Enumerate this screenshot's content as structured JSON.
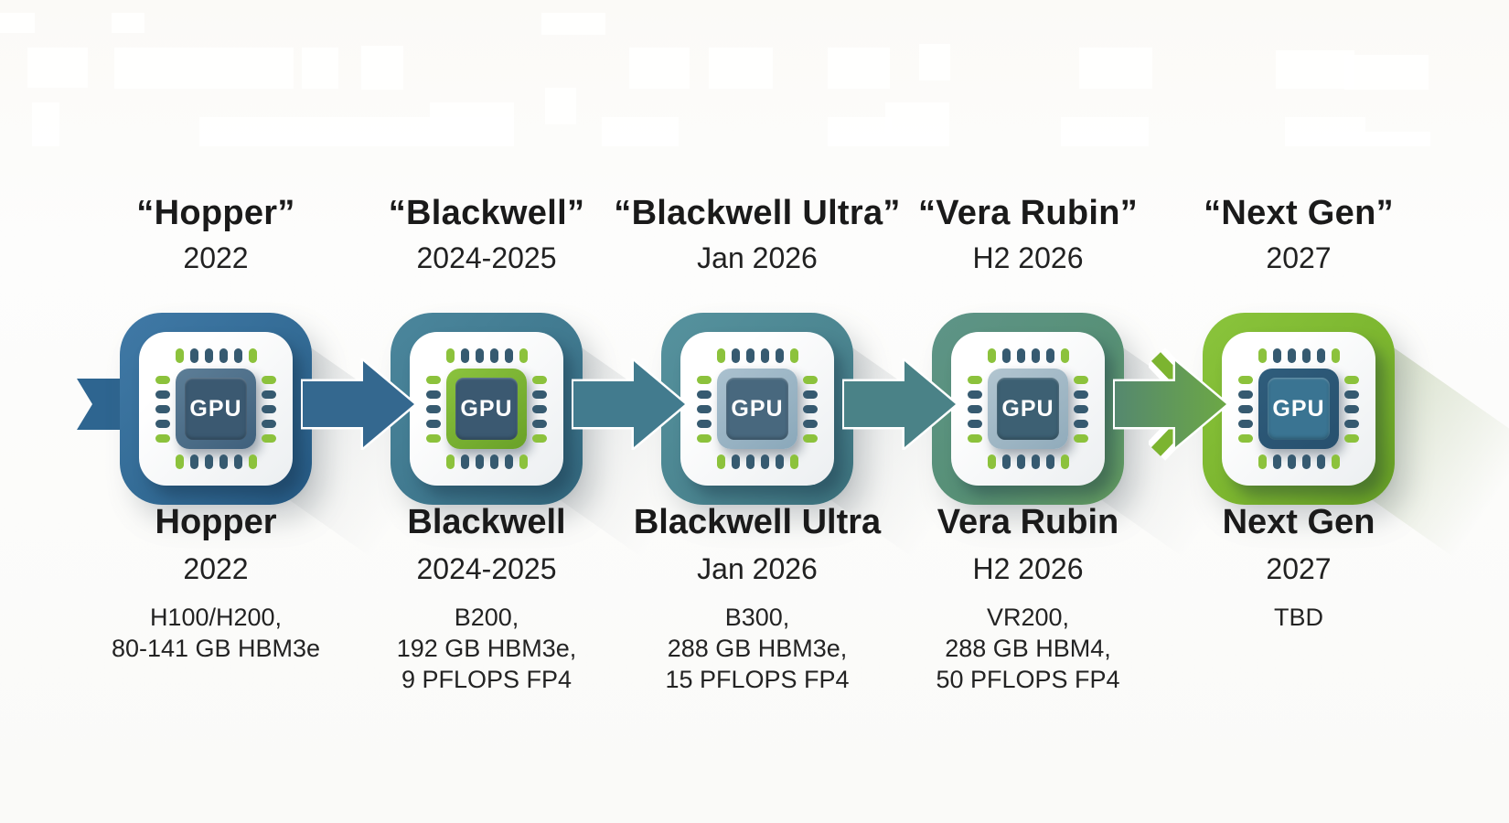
{
  "stations": [
    {
      "quote_title": "“Hopper”",
      "quote_date": "2022",
      "name": "Hopper",
      "date": "2022",
      "specs": [
        "H100/H200,",
        "80-141 GB HBM3e"
      ],
      "chip_label": "GPU",
      "colors": {
        "tile": "#336b95",
        "tileLight": "#4079a6",
        "tileDark": "#265a84",
        "chipFrame": "#5d7e97",
        "chipFrame2": "#3f607c",
        "chipInner": "#3b5971",
        "band": "rgba(130,140,145,0.22)"
      },
      "pins": {
        "top": [
          "g",
          "d",
          "d",
          "d",
          "d",
          "g"
        ],
        "bottom": [
          "g",
          "d",
          "d",
          "d",
          "d",
          "g"
        ],
        "left": [
          "g",
          "d",
          "d",
          "d",
          "g"
        ],
        "right": [
          "g",
          "d",
          "d",
          "d",
          "g"
        ]
      }
    },
    {
      "quote_title": "“Blackwell”",
      "quote_date": "2024-2025",
      "name": "Blackwell",
      "date": "2024-2025",
      "specs": [
        "B200,",
        "192 GB HBM3e,",
        "9 PFLOPS FP4"
      ],
      "chip_label": "GPU",
      "colors": {
        "tile": "#40798f",
        "tileLight": "#4b869c",
        "tileDark": "#33687e",
        "chipFrame": "#8bc33e",
        "chipFrame2": "#69a128",
        "chipInner": "#3b5971",
        "band": "rgba(130,140,145,0.22)"
      },
      "pins": {
        "top": [
          "g",
          "d",
          "d",
          "d",
          "d",
          "g"
        ],
        "bottom": [
          "g",
          "d",
          "d",
          "d",
          "d",
          "g"
        ],
        "left": [
          "g",
          "d",
          "d",
          "d",
          "g"
        ],
        "right": [
          "g",
          "d",
          "d",
          "d",
          "g"
        ]
      }
    },
    {
      "quote_title": "“Blackwell Ultra”",
      "quote_date": "Jan 2026",
      "name": "Blackwell Ultra",
      "date": "Jan 2026",
      "specs": [
        "B300,",
        "288 GB HBM3e,",
        "15 PFLOPS FP4"
      ],
      "chip_label": "GPU",
      "colors": {
        "tile": "#4b8590",
        "tileLight": "#56929e",
        "tileDark": "#3d737e",
        "chipFrame": "#abc1cf",
        "chipFrame2": "#8aa8ba",
        "chipInner": "#48687e",
        "band": "rgba(130,140,145,0.22)"
      },
      "pins": {
        "top": [
          "g",
          "d",
          "d",
          "d",
          "d",
          "g"
        ],
        "bottom": [
          "g",
          "d",
          "d",
          "d",
          "d",
          "g"
        ],
        "left": [
          "g",
          "d",
          "d",
          "d",
          "g"
        ],
        "right": [
          "g",
          "d",
          "d",
          "d",
          "g"
        ]
      }
    },
    {
      "quote_title": "“Vera Rubin”",
      "quote_date": "H2 2026",
      "name": "Vera Rubin",
      "date": "H2 2026",
      "specs": [
        "VR200,",
        "288 GB HBM4,",
        "50 PFLOPS FP4"
      ],
      "chip_label": "GPU",
      "colors": {
        "tile": "#579076",
        "tileLight": "#5e9488",
        "tileDark": "#649c5e",
        "chipFrame": "#b2c5d0",
        "chipFrame2": "#90abbb",
        "chipInner": "#3d6073",
        "band": "rgba(130,140,145,0.22)"
      },
      "pins": {
        "top": [
          "g",
          "d",
          "d",
          "d",
          "d",
          "g"
        ],
        "bottom": [
          "g",
          "d",
          "d",
          "d",
          "d",
          "g"
        ],
        "left": [
          "g",
          "d",
          "d",
          "d",
          "g"
        ],
        "right": [
          "g",
          "d",
          "d",
          "d",
          "g"
        ]
      }
    },
    {
      "quote_title": "“Next Gen”",
      "quote_date": "2027",
      "name": "Next Gen",
      "date": "2027",
      "specs": [
        "TBD"
      ],
      "chip_label": "GPU",
      "colors": {
        "tile": "#7cb62f",
        "tileLight": "#8ac43c",
        "tileDark": "#68a024",
        "chipFrame": "#2f5d7c",
        "chipFrame2": "#27506e",
        "chipInner": "#3a7492",
        "band": "rgba(105,140,60,0.30)"
      },
      "pins": {
        "top": [
          "g",
          "d",
          "d",
          "d",
          "d",
          "g"
        ],
        "bottom": [
          "g",
          "d",
          "d",
          "d",
          "d",
          "g"
        ],
        "left": [
          "g",
          "d",
          "d",
          "d",
          "g"
        ],
        "right": [
          "g",
          "d",
          "d",
          "d",
          "g"
        ]
      }
    }
  ],
  "arrows": {
    "entry_color": "#2e6590",
    "connectors": [
      {
        "fill": "#34688f"
      },
      {
        "fill": "#427b8e"
      },
      {
        "fill": "#4a8287"
      },
      {
        "gradient": [
          "#55886f",
          "#6ca845"
        ]
      }
    ],
    "chevron_color": "#7cb430"
  },
  "pin_colors": {
    "g": "#8cc23c",
    "d": "#365a70"
  }
}
